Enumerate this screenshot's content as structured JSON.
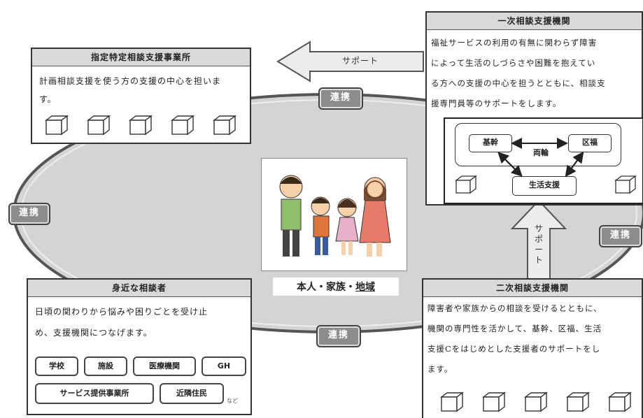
{
  "center_label": {
    "part1": "本人・家族・",
    "part2": "地域"
  },
  "links": {
    "top": "連携",
    "left": "連携",
    "right": "連携",
    "bottom": "連携"
  },
  "arrows": {
    "top_support": "サポート",
    "right_support": "サポート"
  },
  "box_tl": {
    "title": "指定特定相談支援事業所",
    "line1": "計画相談支援を使う方の支援の中心を担いま",
    "line2": "す。"
  },
  "box_tr": {
    "title": "一次相談支援機関",
    "line1": "福祉サービスの利用の有無に関わらず障害",
    "line2": "によって生活のしづらさや困難を抱えてい",
    "line3": "る方への支援の中心を担うとともに、相談支",
    "line4": "援専門員等のサポートをします。",
    "inner": {
      "kikan": "基幹",
      "kufuku": "区福",
      "ryorin": "両輪",
      "seikatsu": "生活支援"
    }
  },
  "box_bl": {
    "title": "身近な相談者",
    "line1": "日頃の関わりから悩みや困りごとを受け止",
    "line2": "め、支援機関につなげます。",
    "tags": [
      "学校",
      "施設",
      "医療機関",
      "GH",
      "サービス提供事業所",
      "近隣住民"
    ],
    "etc": "など"
  },
  "box_br": {
    "title": "二次相談支援機関",
    "line1": "障害者や家族からの相談を受けるとともに、",
    "line2": "機関の専門性を活かして、基幹、区福、生活",
    "line3": "支援Cをはじめとした支援者のサポートをし",
    "line4": "ます。"
  },
  "colors": {
    "ellipse_fill": "#d4d4d4",
    "badge": "#8c8c8c",
    "title_bar": "#d9d9d9"
  }
}
